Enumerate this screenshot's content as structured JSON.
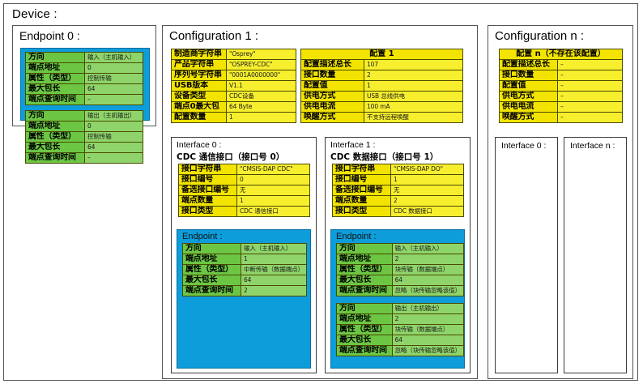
{
  "device": {
    "title": "Device :"
  },
  "endpoint0_panel": {
    "title": "Endpoint 0 :",
    "tables": [
      {
        "rows": [
          {
            "key": "方向",
            "value": "输入（主机输入）"
          },
          {
            "key": "端点地址",
            "value": "0"
          },
          {
            "key": "属性（类型）",
            "value": "控制传输"
          },
          {
            "key": "最大包长",
            "value": "64"
          },
          {
            "key": "端点查询时间",
            "value": "–"
          }
        ]
      },
      {
        "rows": [
          {
            "key": "方向",
            "value": "输出（主机输出）"
          },
          {
            "key": "端点地址",
            "value": "0"
          },
          {
            "key": "属性（类型）",
            "value": "控制传输"
          },
          {
            "key": "最大包长",
            "value": "64"
          },
          {
            "key": "端点查询时间",
            "value": "–"
          }
        ]
      }
    ]
  },
  "configuration1": {
    "title": "Configuration 1 :",
    "device_rows": [
      {
        "key": "制造商字符串",
        "value": "\"Osprey\""
      },
      {
        "key": "产品字符串",
        "value": "\"OSPREY-CDC\""
      },
      {
        "key": "序列号字符串",
        "value": "\"0001A0000000\""
      },
      {
        "key": "USB版本",
        "value": "V1.1"
      },
      {
        "key": "设备类型",
        "value": "CDC设备"
      },
      {
        "key": "端点0最大包",
        "value": "64 Byte"
      },
      {
        "key": "配置数量",
        "value": "1"
      }
    ],
    "config_header": "配置 1",
    "config_rows": [
      {
        "key": "配置描述总长",
        "value": "107"
      },
      {
        "key": "接口数量",
        "value": "2"
      },
      {
        "key": "配置值",
        "value": "1"
      },
      {
        "key": "供电方式",
        "value": "USB 总线供电"
      },
      {
        "key": "供电电流",
        "value": "100 mA"
      },
      {
        "key": "唤醒方式",
        "value": "不支持远程唤醒"
      }
    ],
    "interface0": {
      "title": "Interface 0 :",
      "subtitle": "CDC 通信接口（接口号 0）",
      "rows": [
        {
          "key": "接口字符串",
          "value": "\"CMSIS-DAP CDC\""
        },
        {
          "key": "接口编号",
          "value": "0"
        },
        {
          "key": "备选接口编号",
          "value": "无"
        },
        {
          "key": "端点数量",
          "value": "1"
        },
        {
          "key": "接口类型",
          "value": "CDC 通信接口"
        }
      ],
      "endpoint_label": "Endpoint :",
      "endpoints": [
        {
          "rows": [
            {
              "key": "方向",
              "value": "输入（主机输入）"
            },
            {
              "key": "端点地址",
              "value": "1"
            },
            {
              "key": "属性（类型）",
              "value": "中断传输（数据端点）"
            },
            {
              "key": "最大包长",
              "value": "64"
            },
            {
              "key": "端点查询时间",
              "value": "2"
            }
          ]
        }
      ]
    },
    "interface1": {
      "title": "Interface 1 :",
      "subtitle": "CDC 数据接口（接口号 1）",
      "rows": [
        {
          "key": "接口字符串",
          "value": "\"CMSIS-DAP DO\""
        },
        {
          "key": "接口编号",
          "value": "1"
        },
        {
          "key": "备选接口编号",
          "value": "无"
        },
        {
          "key": "端点数量",
          "value": "2"
        },
        {
          "key": "接口类型",
          "value": "CDC 数据接口"
        }
      ],
      "endpoint_label": "Endpoint :",
      "endpoints": [
        {
          "rows": [
            {
              "key": "方向",
              "value": "输入（主机输入）"
            },
            {
              "key": "端点地址",
              "value": "2"
            },
            {
              "key": "属性（类型）",
              "value": "块传输（数据端点）"
            },
            {
              "key": "最大包长",
              "value": "64"
            },
            {
              "key": "端点查询时间",
              "value": "忽略（块传输忽略该值）"
            }
          ]
        },
        {
          "rows": [
            {
              "key": "方向",
              "value": "输出（主机输出）"
            },
            {
              "key": "端点地址",
              "value": "2"
            },
            {
              "key": "属性（类型）",
              "value": "块传输（数据端点）"
            },
            {
              "key": "最大包长",
              "value": "64"
            },
            {
              "key": "端点查询时间",
              "value": "忽略（块传输忽略该值）"
            }
          ]
        }
      ]
    }
  },
  "configurationN": {
    "title": "Configuration n :",
    "config_header": "配置 n（不存在该配置）",
    "config_rows": [
      {
        "key": "配置描述总长",
        "value": "–"
      },
      {
        "key": "接口数量",
        "value": "–"
      },
      {
        "key": "配置值",
        "value": "–"
      },
      {
        "key": "供电方式",
        "value": "–"
      },
      {
        "key": "供电电流",
        "value": "–"
      },
      {
        "key": "唤醒方式",
        "value": "–"
      }
    ],
    "interface0_title": "Interface 0 :",
    "interfaceN_title": "Interface n :"
  },
  "colors": {
    "green_key": "#6cc644",
    "green_value": "#8fd46a",
    "yellow_key": "#f2e400",
    "yellow_value": "#f7ef2e",
    "blue_panel": "#0d9ddb",
    "border": "#555555"
  }
}
